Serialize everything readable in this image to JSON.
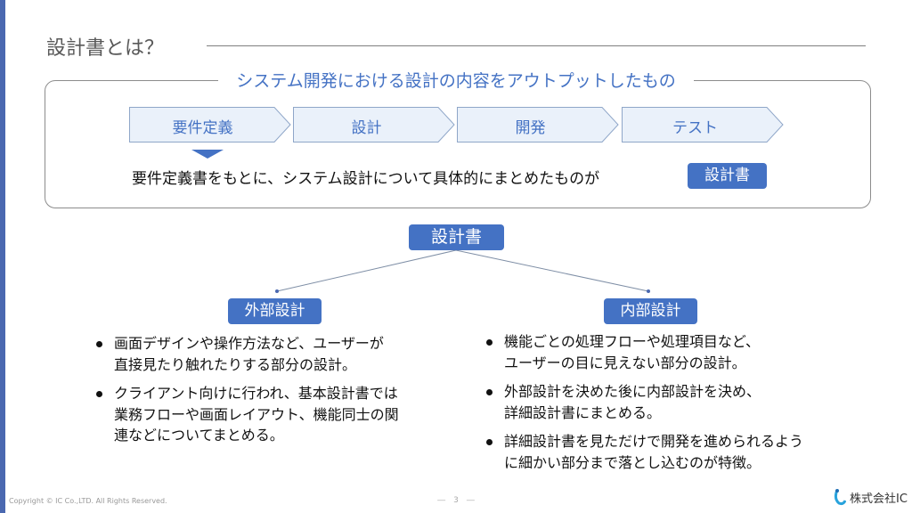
{
  "title": "設計書とは？",
  "box": {
    "heading": "システム開発における設計の内容をアウトプットしたもの",
    "steps": [
      "要件定義",
      "設計",
      "開発",
      "テスト"
    ],
    "sentence": "要件定義書をもとに、システム設計について具体的にまとめたものが",
    "badge": "設計書"
  },
  "tree": {
    "root": "設計書",
    "external": "外部設計",
    "internal": "内部設計"
  },
  "external_points": [
    [
      "画面デザインや操作方法など、ユーザーが",
      "直接見たり触れたりする部分の設計。"
    ],
    [
      "クライアント向けに行われ、基本設計書では",
      "業務フローや画面レイアウト、機能同士の関",
      "連などについてまとめる。"
    ]
  ],
  "internal_points": [
    [
      "機能ごとの処理フローや処理項目など、",
      "ユーザーの目に見えない部分の設計。"
    ],
    [
      "外部設計を決めた後に内部設計を決め、",
      "詳細設計書にまとめる。"
    ],
    [
      "詳細設計書を見ただけで開発を進められるよう",
      "に細かい部分まで落とし込むのが特徴。"
    ]
  ],
  "footer": {
    "copyright": "Copyright © IC Co.,LTD. All Rights Reserved.",
    "page": "―　3　―",
    "logo": "株式会社IC"
  },
  "colors": {
    "accent": "#4472c4",
    "step_fill": "#eaf1fa"
  }
}
